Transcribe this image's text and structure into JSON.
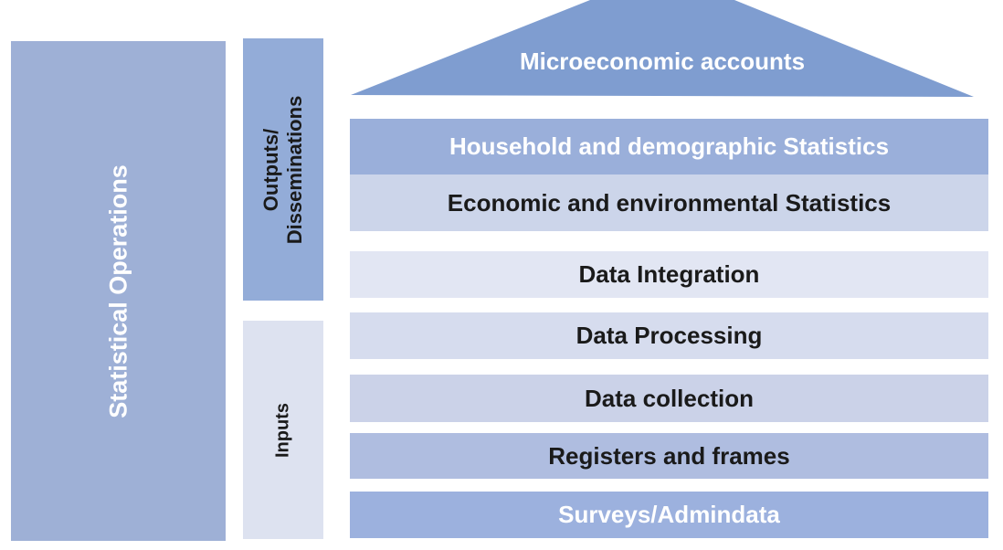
{
  "pillar": {
    "label": "Statistical Operations",
    "color": "#9eb0d6",
    "text_color": "#ffffff"
  },
  "outputs": {
    "label_line1": "Outputs/",
    "label_line2": "Disseminations",
    "color": "#93acd8",
    "text_color": "#1a1a1a"
  },
  "inputs": {
    "label": "Inputs",
    "color": "#dde2f0",
    "text_color": "#1a1a1a"
  },
  "roof": {
    "label": "Microeconomic accounts",
    "color": "#7f9dd0",
    "text_color": "#ffffff"
  },
  "layers": [
    {
      "label": "Household and demographic Statistics",
      "color": "#9aafda",
      "text_color": "#ffffff"
    },
    {
      "label": "Economic and environmental Statistics",
      "color": "#ccd5ea",
      "text_color": "#1a1a1a"
    },
    {
      "label": "Data Integration",
      "color": "#e2e6f3",
      "text_color": "#1a1a1a"
    },
    {
      "label": "Data Processing",
      "color": "#d6dcee",
      "text_color": "#1a1a1a"
    },
    {
      "label": "Data collection",
      "color": "#cbd2e8",
      "text_color": "#1a1a1a"
    },
    {
      "label": "Registers and frames",
      "color": "#afbde0",
      "text_color": "#1a1a1a"
    },
    {
      "label": "Surveys/Admindata",
      "color": "#9cb1de",
      "text_color": "#ffffff"
    }
  ]
}
